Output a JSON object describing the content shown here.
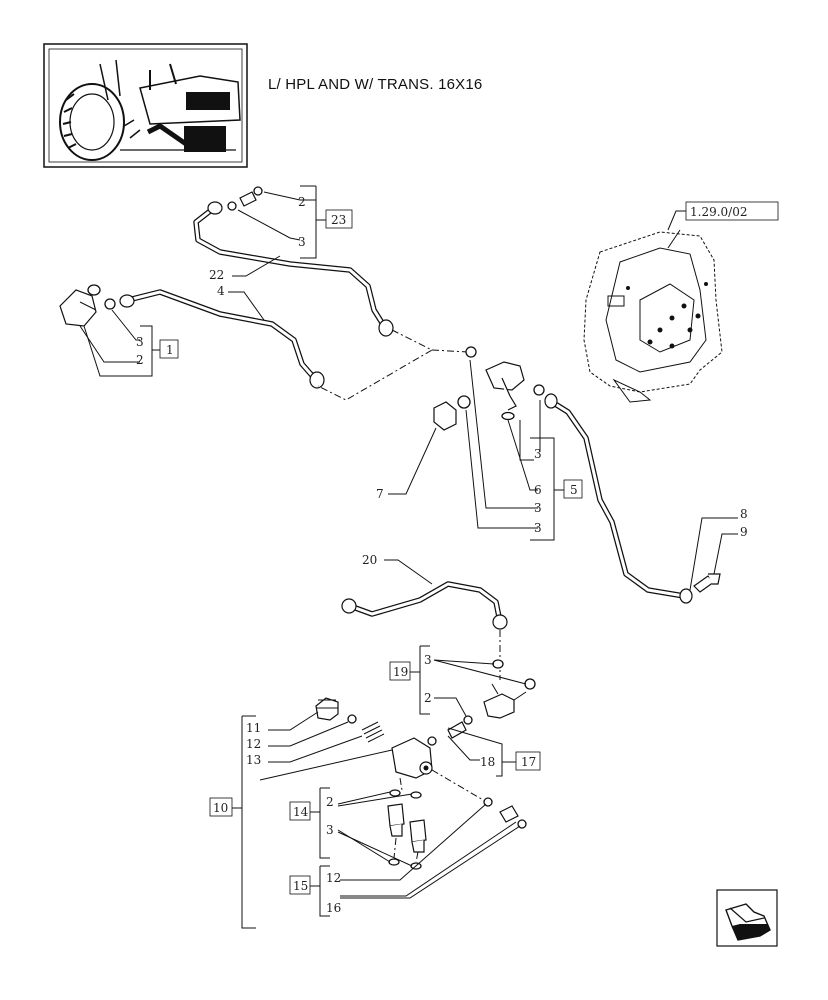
{
  "header": {
    "title": "L/ HPL AND W/ TRANS. 16X16"
  },
  "ref_page": "1.29.0/02",
  "refs": {
    "r2a": "2",
    "r3a": "3",
    "r23": "23",
    "r22": "22",
    "r4": "4",
    "r3b": "3",
    "r2b": "2",
    "r1": "1",
    "r3c": "3",
    "r6": "6",
    "r3d": "3",
    "r3e": "3",
    "r5": "5",
    "r7": "7",
    "r8": "8",
    "r9": "9",
    "r20": "20",
    "r3f": "3",
    "r19": "19",
    "r2c": "2",
    "r17": "17",
    "r18": "18",
    "r11": "11",
    "r12": "12",
    "r13": "13",
    "r10": "10",
    "r2d": "2",
    "r14": "14",
    "r3g": "3",
    "r15": "15",
    "r12b": "12",
    "r16": "16"
  },
  "icons": {
    "thumbnail": "tractor-thumbnail-icon",
    "nav": "next-page-arrow-icon"
  }
}
